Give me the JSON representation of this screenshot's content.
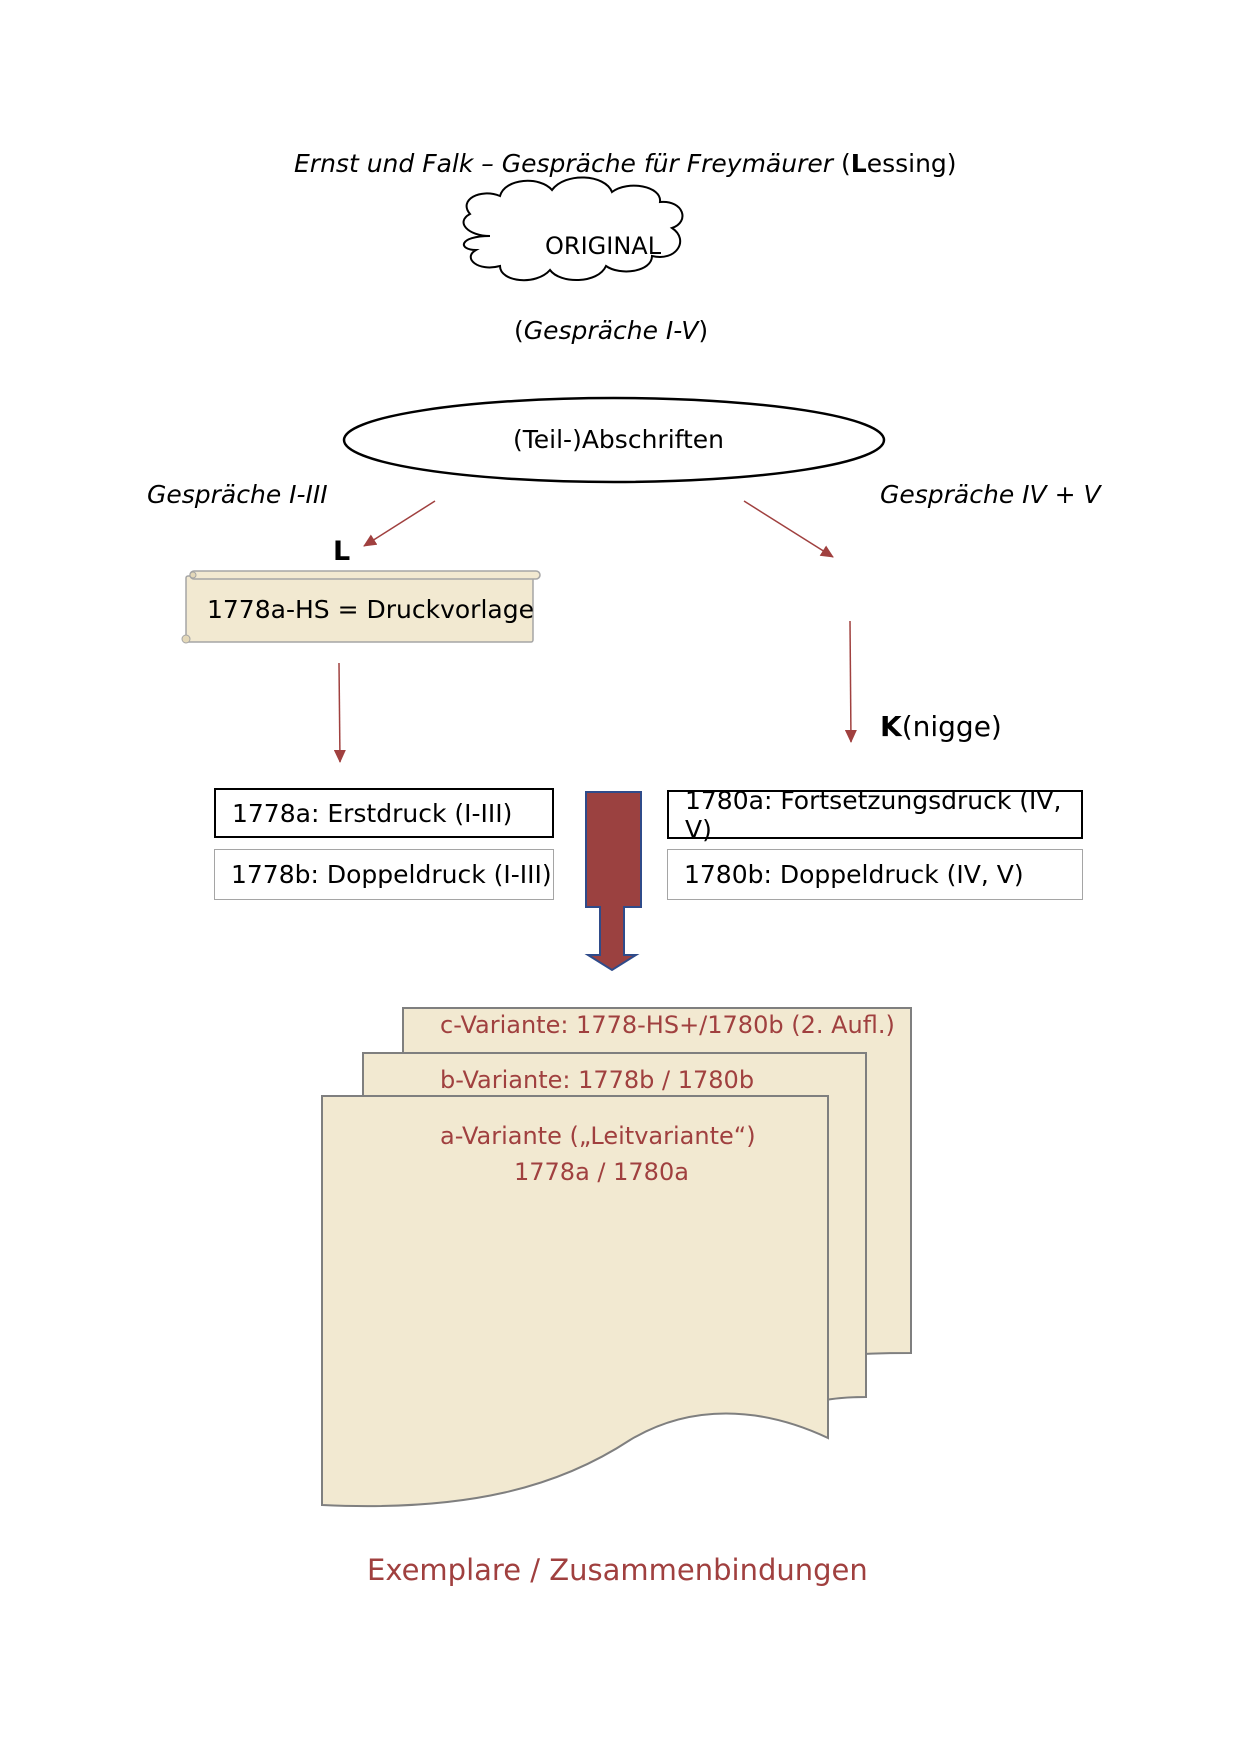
{
  "header": {
    "title_italic": "Ernst und Falk – Gespräche für Freymäurer",
    "title_paren_open": "(",
    "title_bold": "L",
    "title_rest": "essing)"
  },
  "original": {
    "label": "ORIGINAL",
    "subtitle_open": "(",
    "subtitle_italic": "Gespräche I-V",
    "subtitle_close": ")"
  },
  "copies": {
    "label": "(Teil-)Abschriften"
  },
  "branches": {
    "left": "Gespräche I-III",
    "right": "Gespräche IV + V"
  },
  "lessing": {
    "marker": "L"
  },
  "manuscript": {
    "label": "1778a-HS = Druckvorlage"
  },
  "knigge": {
    "marker_bold": "K",
    "marker_rest": "(nigge)"
  },
  "prints": {
    "left": [
      "1778a: Erstdruck (I-III)",
      "1778b: Doppeldruck (I-III)"
    ],
    "right": [
      "1780a: Fortsetzungsdruck (IV, V)",
      "1780b: Doppeldruck (IV, V)"
    ]
  },
  "variants": {
    "c": "c-Variante: 1778-HS+/1780b (2. Aufl.)",
    "b": "b-Variante: 1778b / 1780b",
    "a_line1": "a-Variante („Leitvariante“)",
    "a_line2": "1778a / 1780a"
  },
  "footer": {
    "label": "Exemplare / Zusammenbindungen"
  },
  "colors": {
    "arrow": "#a0403f",
    "paper_fill": "#f2e9d1",
    "paper_stroke": "#7f7f7f",
    "big_arrow_fill": "#9b4140",
    "big_arrow_stroke": "#2f4b8a",
    "variant_text": "#a0403f"
  }
}
